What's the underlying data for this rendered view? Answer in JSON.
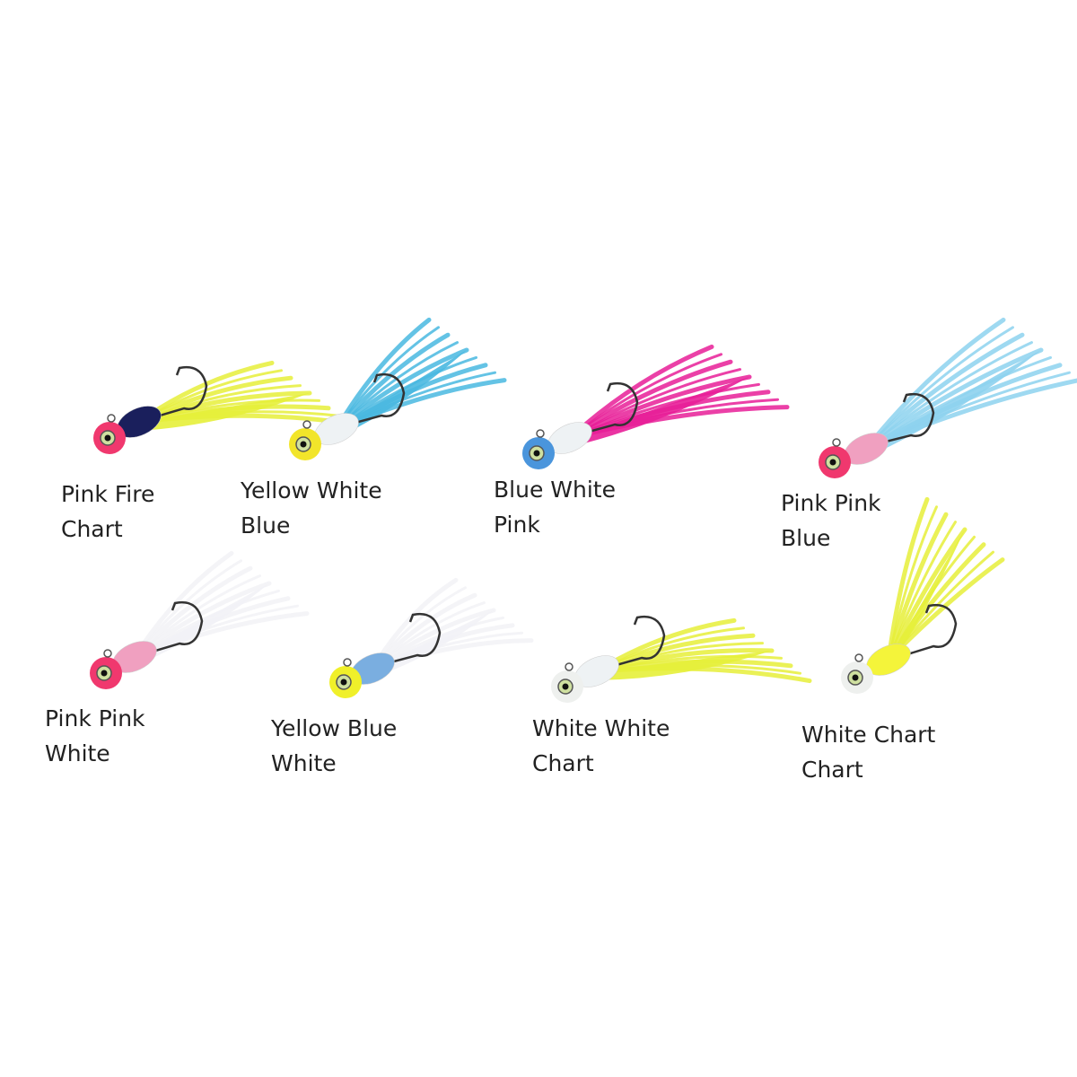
{
  "jigs": [
    {
      "line1": "Pink Fire",
      "line2": "Chart",
      "head": "#f0386e",
      "body": "#1a1f5c",
      "tail": "#e6ef3a"
    },
    {
      "line1": "Yellow White",
      "line2": "Blue",
      "head": "#f2e52a",
      "body": "#eef2f4",
      "tail": "#49b8e0"
    },
    {
      "line1": "Blue White",
      "line2": "Pink",
      "head": "#4a95dc",
      "body": "#eef2f4",
      "tail": "#e81e98"
    },
    {
      "line1": "Pink Pink",
      "line2": "Blue",
      "head": "#f0386e",
      "body": "#f0a0c0",
      "tail": "#8dd2ee"
    },
    {
      "line1": "Pink Pink",
      "line2": "White",
      "head": "#f0386e",
      "body": "#f0a0c0",
      "tail": "#f2f2f6"
    },
    {
      "line1": "Yellow Blue",
      "line2": "White",
      "head": "#f0f02a",
      "body": "#7aaee0",
      "tail": "#f2f2f6"
    },
    {
      "line1": "White White",
      "line2": "Chart",
      "head": "#eef0ee",
      "body": "#eef2f4",
      "tail": "#e6ef3a"
    },
    {
      "line1": "White Chart",
      "line2": "Chart",
      "head": "#eef0ee",
      "body": "#f4f43a",
      "tail": "#e6ef3a"
    }
  ]
}
